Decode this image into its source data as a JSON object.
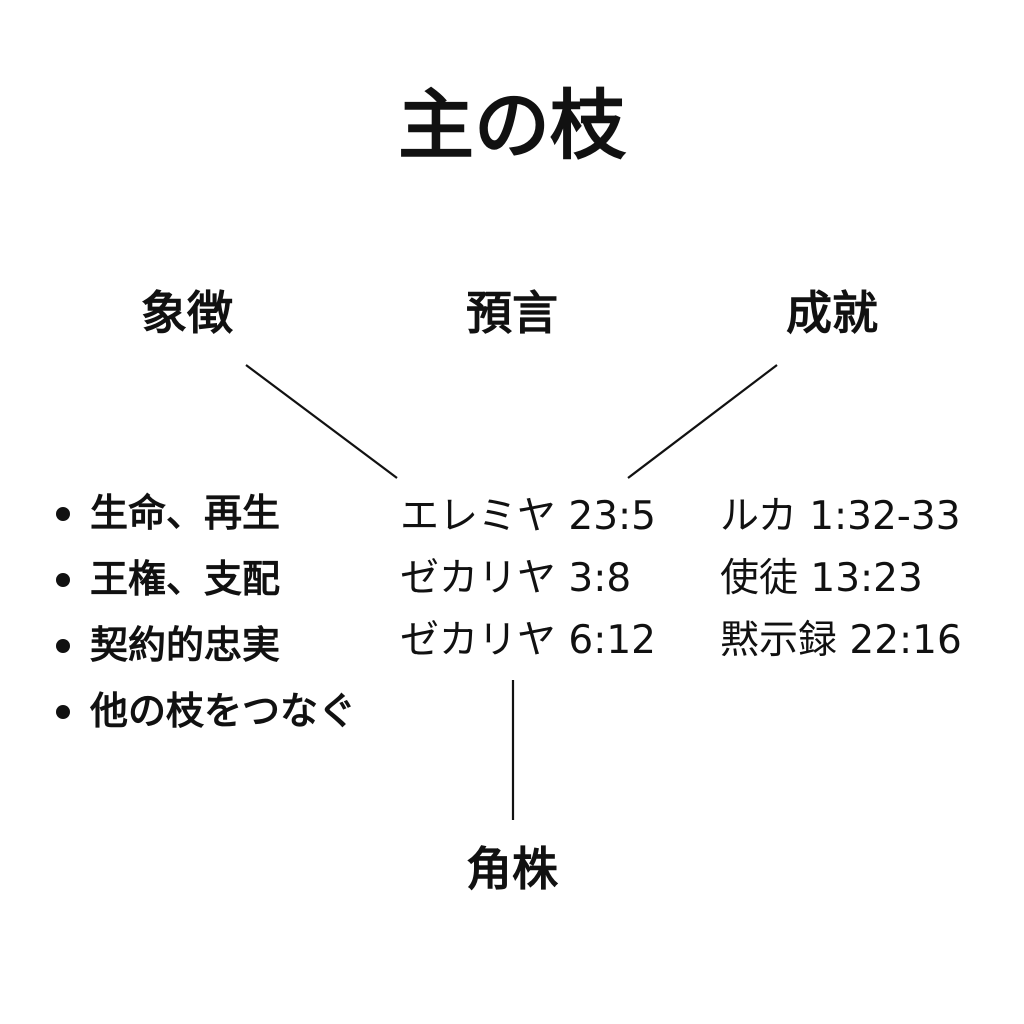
{
  "title": "主の枝",
  "headings": {
    "symbol": "象徴",
    "prophecy": "預言",
    "fulfillment": "成就",
    "cornerstone": "角株"
  },
  "symbol_items": [
    "生命、再生",
    "王権、支配",
    "契約的忠実",
    "他の枝をつなぐ"
  ],
  "prophecy_refs": [
    "エレミヤ 23:5",
    "ゼカリヤ 3:8",
    "ゼカリヤ 6:12"
  ],
  "fulfillment_refs": [
    "ルカ 1:32-33",
    "使徒 13:23",
    "黙示録 22:16"
  ],
  "colors": {
    "text": "#111111",
    "background": "#ffffff",
    "lines": "#111111"
  }
}
